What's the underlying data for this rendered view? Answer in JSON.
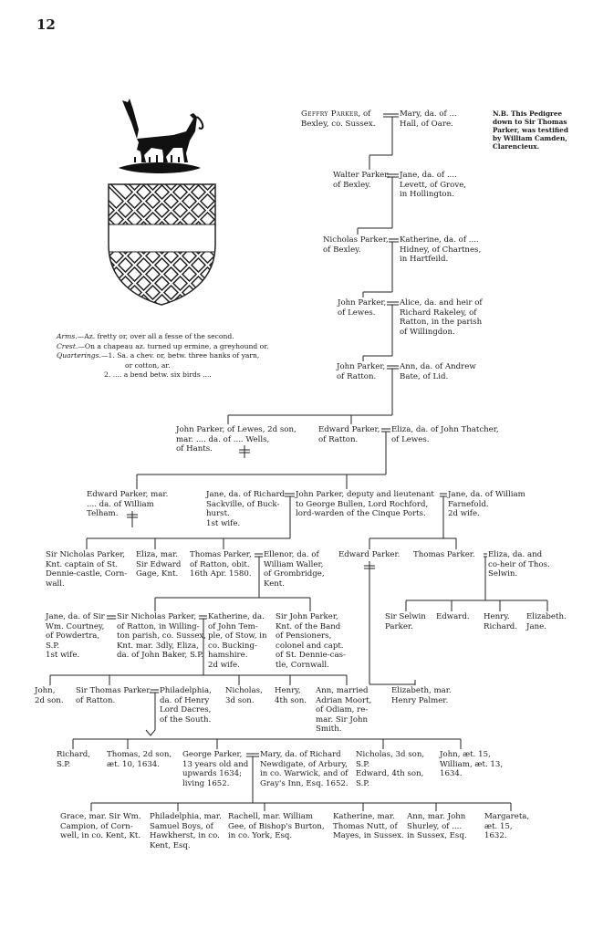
{
  "page_number": "12",
  "note": "N.B. This Pedigree\ndown to Sir Thomas\nParker, was testified\nby William Camden,\nClarencieux.",
  "arms": {
    "arms_label": "Arms.",
    "arms_text": "—Az. fretty or, over all a fesse of the second.",
    "crest_label": "Crest.",
    "crest_text": "—On a chapeau az. turned up ermine, a greyhound or.",
    "quarterings_label": "Quarterings.",
    "q1": "—1. Sa. a chev. or, betw. three hanks of yarn,",
    "q1b": "or cotton, ar.",
    "q2": "2. .... a bend betw. six birds ...."
  },
  "gen1": {
    "a_name": "Geffry Parker",
    "a_rest": ", of\nBexley, co. Sussex.",
    "b": "Mary, da. of ...\nHall, of Oare."
  },
  "gen2": {
    "a": "Walter Parker,\nof Bexley.",
    "b": "Jane, da. of ....\nLevett, of Grove,\nin Hollington."
  },
  "gen3": {
    "a": "Nicholas Parker,\nof Bexley.",
    "b": "Katherine, da. of ....\nHidney, of Chartnes,\nin Hartfeild."
  },
  "gen4": {
    "a": "John Parker,\nof Lewes.",
    "b": "Alice, da. and heir of\nRichard Rakeley, of\nRatton, in the parish\nof Willingdon."
  },
  "gen5": {
    "a": "John Parker,\nof Ratton.",
    "b": "Ann, da. of Andrew\nBate, of Lid."
  },
  "gen6": {
    "a": "John Parker, of Lewes, 2d son,\nmar. .... da. of .... Wells,\nof Hants.",
    "b": "Edward Parker,\nof Ratton.",
    "c": "Eliza, da. of John Thatcher,\nof Lewes."
  },
  "gen7": {
    "a": "Edward Parker, mar.\n.... da. of William\nTelham.",
    "b": "Jane, da. of Richard\nSackville, of Buck-\nhurst.\n       1st wife.",
    "c": "John Parker, deputy and lieutenant\nto George Bullen, Lord Rochford,\nlord-warden of the Cinque Ports.",
    "d": "Jane, da. of William\nFarnefold.\n              2d wife."
  },
  "gen8": {
    "a": "Sir Nicholas Parker,\nKnt. captain of St.\nDennie-castle, Corn-\nwall.",
    "b": "Eliza, mar.\nSir Edward\nGage, Knt.",
    "c": "Thomas Parker,\nof Ratton, obit.\n16th Apr. 1580.",
    "d": "Ellenor, da. of\nWilliam Waller,\nof Grombridge,\nKent.",
    "e": "Edward Parker.",
    "f": "Thomas Parker.",
    "g": "Eliza, da. and\nco-heir of Thos.\nSelwin."
  },
  "gen9": {
    "a": "Jane, da. of Sir\nWm. Courtney,\nof Powdertra,\nS.P.\n   1st wife.",
    "b": "Sir Nicholas Parker,\nof Ratton, in Willing-\nton parish, co. Sussex,\nKnt. mar. 3dly, Eliza,\nda. of John Baker, S.P.",
    "c": "Katherine, da.\nof John Tem-\nple, of Stow, in\nco. Bucking-\nhamshire.\n      2d wife.",
    "d": "Sir John Parker,\nKnt. of the Band\nof Pensioners,\ncolonel and capt.\nof St. Dennie-cas-\ntle, Cornwall.",
    "e": "Sir Selwin\nParker.",
    "f": "Edward.",
    "g": "Henry.\nRichard.",
    "h": "Elizabeth.\nJane."
  },
  "gen10": {
    "a": "John,\n2d son.",
    "b": "Sir Thomas Parker,\nof Ratton.",
    "c": "Philadelphia,\nda. of Henry\nLord Dacres,\nof the South.",
    "d": "Nicholas,\n3d son.",
    "e": "Henry,\n4th son.",
    "f": "Ann, married\nAdrian Moort,\nof Odiam, re-\nmar. Sir John\nSmith.",
    "g": "Elizabeth, mar.\nHenry Palmer."
  },
  "gen11": {
    "a": "Richard,\n  S.P.",
    "b": "Thomas, 2d son,\næt. 10, 1634.",
    "c": "George Parker,\n13 years old and\nupwards 1634;\nliving 1652.",
    "d": "Mary, da. of Richard\nNewdigate, of Arbury,\nin co. Warwick, and of\nGray's Inn, Esq. 1652.",
    "e": "Nicholas, 3d son,\n       S.P.\nEdward, 4th son,\n       S.P.",
    "f": "John, æt. 15,\nWilliam, æt. 13,\n          1634."
  },
  "gen12": {
    "a": "Grace, mar. Sir Wm.\nCampion, of Corn-\nwell, in co. Kent, Kt.",
    "b": "Philadelphia, mar.\nSamuel Boys, of\nHawkherst, in co.\nKent, Esq.",
    "c": "Rachell, mar. William\nGee, of Bishop's Burton,\nin co. York, Esq.",
    "d": "Katherine, mar.\nThomas Nutt, of\nMayes, in Sussex.",
    "e": "Ann, mar. John\nShurley, of ....\nin Sussex, Esq.",
    "f": "Margareta,\n  æt. 15,\n   1632."
  }
}
